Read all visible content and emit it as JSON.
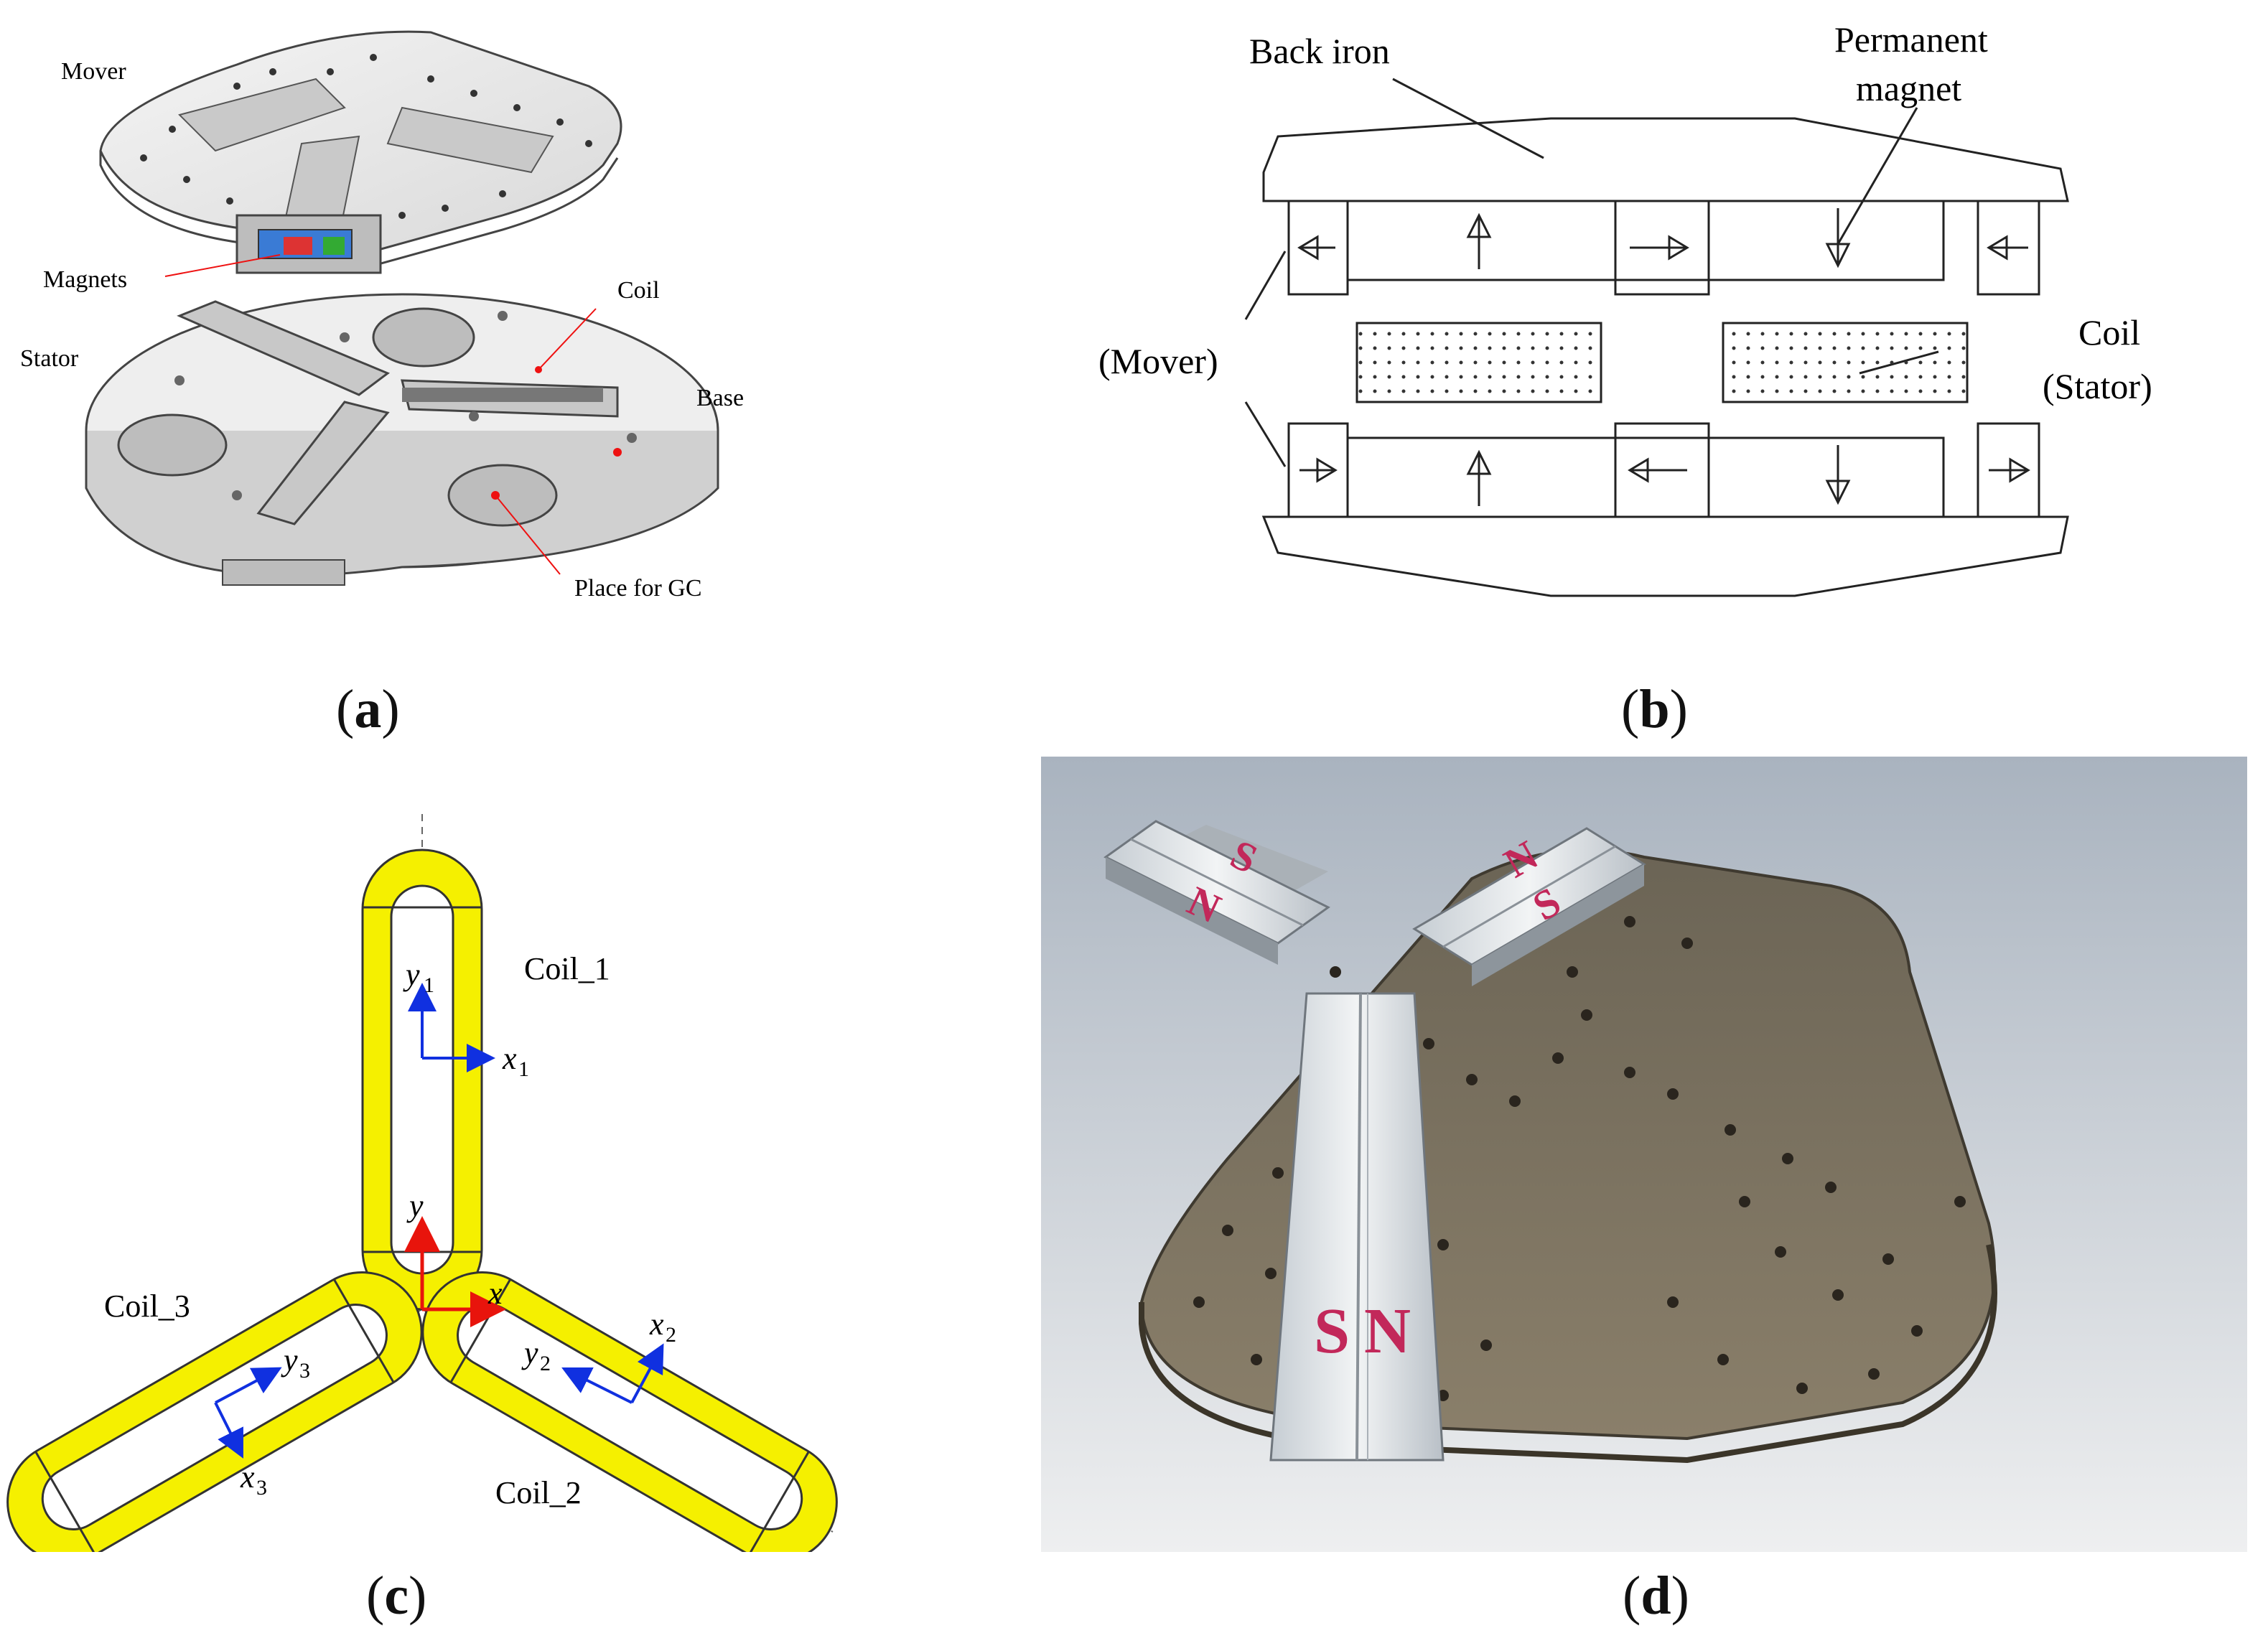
{
  "panel_a": {
    "caption_open": "(",
    "caption_letter": "a",
    "caption_close": ")",
    "labels": {
      "mover": "Mover",
      "magnets": "Magnets",
      "coil": "Coil",
      "stator": "Stator",
      "base": "Base",
      "place_for_gc": "Place for GC"
    }
  },
  "panel_b": {
    "caption_open": "(",
    "caption_letter": "b",
    "caption_close": ")",
    "labels": {
      "back_iron": "Back iron",
      "permanent_magnet_1": "Permanent",
      "permanent_magnet_2": "magnet",
      "mover": "(Mover)",
      "coil": "Coil",
      "stator": "(Stator)"
    }
  },
  "panel_c": {
    "caption_open": "(",
    "caption_letter": "c",
    "caption_close": ")",
    "labels": {
      "coil_1": "Coil_1",
      "coil_2": "Coil_2",
      "coil_3": "Coil_3",
      "x": "x",
      "y": "y",
      "x1": "x",
      "x1_sub": "1",
      "y1": "y",
      "y1_sub": "1",
      "x2": "x",
      "x2_sub": "2",
      "y2": "y",
      "y2_sub": "2",
      "x3": "x",
      "x3_sub": "3",
      "y3": "y",
      "y3_sub": "3"
    },
    "colors": {
      "coil_fill": "#f5f000",
      "center_axes": "#e8140c",
      "local_axes": "#1030e0"
    }
  },
  "panel_d": {
    "caption_open": "(",
    "caption_letter": "d",
    "caption_close": ")",
    "magnet_marks": {
      "left_top": "S",
      "left_bottom": "N",
      "right_top": "N",
      "right_bottom": "S",
      "bottom_left": "S",
      "bottom_right": "N"
    },
    "colors": {
      "plate": "#7c7260",
      "magnet": "#dfe3e6",
      "marker": "#c2285a",
      "background": "#d8dadc"
    }
  }
}
